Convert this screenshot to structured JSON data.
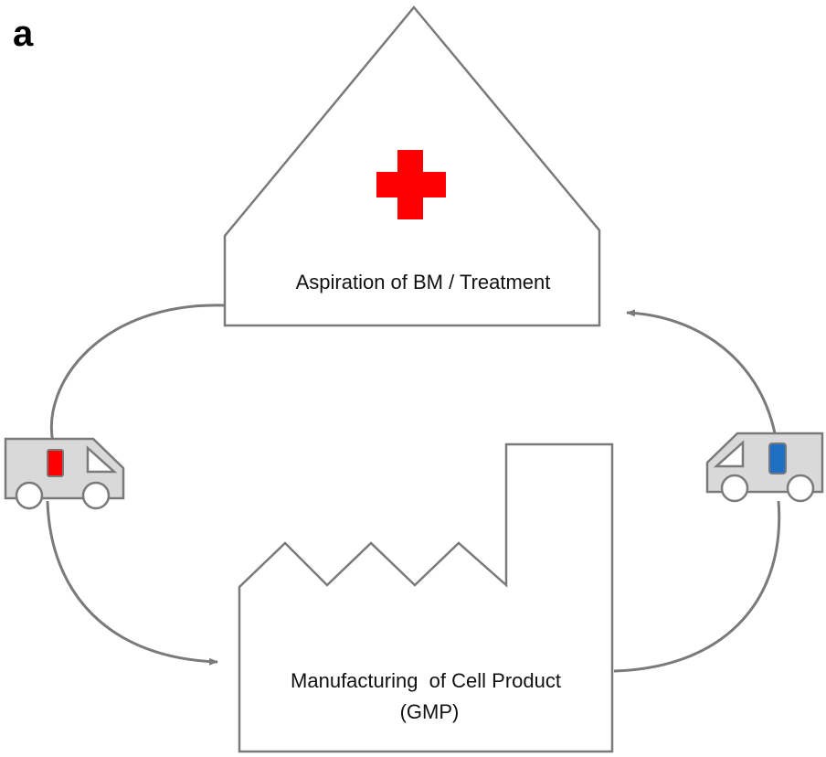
{
  "panel_label": "a",
  "hospital": {
    "label": "Aspiration of BM / Treatment",
    "icon": "red-cross-icon",
    "cross_color": "#ff0000"
  },
  "factory": {
    "label_line1": "Manufacturing  of Cell Product",
    "label_line2": "(GMP)"
  },
  "transports": [
    {
      "name": "van-to-factory",
      "cargo_color": "#ff0000",
      "icon": "van-icon"
    },
    {
      "name": "van-to-hospital",
      "cargo_color": "#1f6fc5",
      "icon": "van-icon"
    }
  ],
  "colors": {
    "outline": "#7a7a7a",
    "van_fill": "#d9d9d9"
  }
}
